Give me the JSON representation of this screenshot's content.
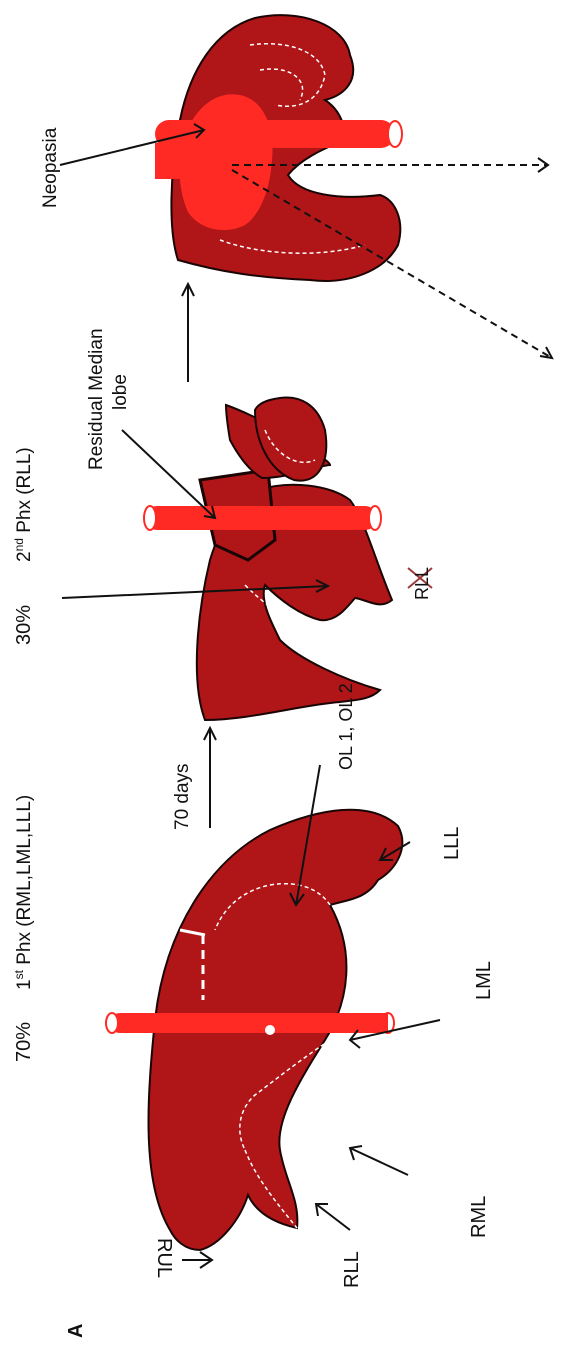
{
  "panel_label": "A",
  "left_stage": {
    "percent": "70%",
    "procedure_prefix": "1",
    "procedure_sup": "st",
    "procedure_rest": " Phx (RML,LML,LLL)",
    "labels": {
      "rul": "RUL",
      "rll": "RLL",
      "rml": "RML",
      "lml": "LML",
      "lll": "LLL",
      "ol": "OL 1, OL 2"
    }
  },
  "interval": "70 days",
  "middle_stage": {
    "percent": "30%",
    "procedure_prefix": "2",
    "procedure_sup": "nd",
    "procedure_rest": " Phx  (RLL)",
    "residual_line1": "Residual Median",
    "residual_line2": "lobe",
    "crossed_label": "RLL"
  },
  "right_stage": {
    "neoplasia": "Neopasia"
  },
  "colors": {
    "liver": "#b01518",
    "liver_dark": "#8e0d10",
    "vessel": "#ff2a24",
    "neoplasia": "#ff2a24",
    "outline": "#1a0505",
    "cross": "#9a3a3a"
  }
}
